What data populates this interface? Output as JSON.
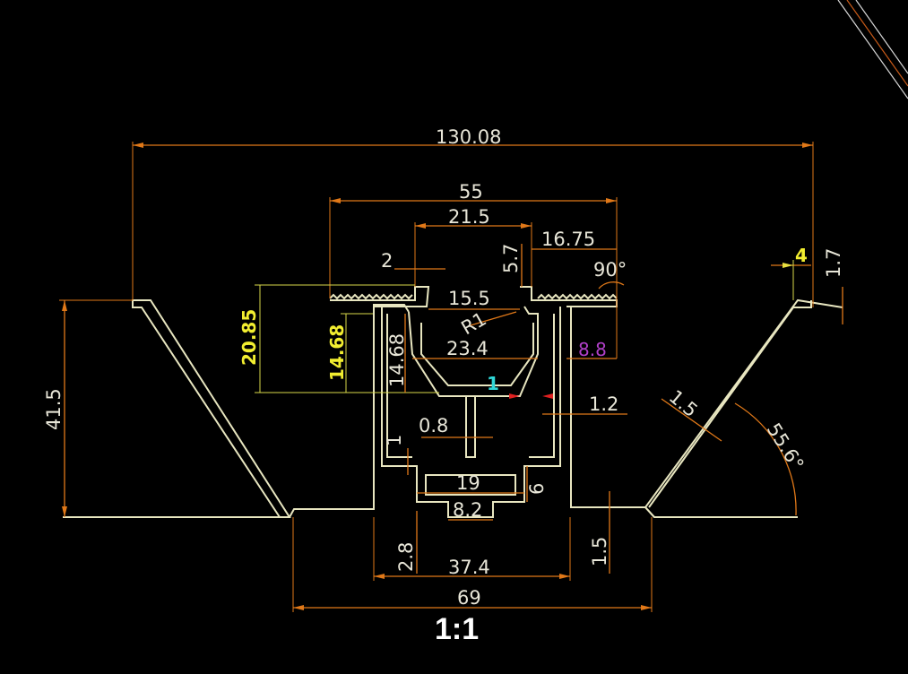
{
  "drawing": {
    "scale": "1:1",
    "dimensions": {
      "overall_width": "130.08",
      "top_width": "55",
      "channel_width": "21.5",
      "right_flange": "16.75",
      "lip": "2",
      "lip_height": "5.7",
      "angle_right": "90°",
      "inner_opening": "15.5",
      "radius": "R1",
      "inner_width": "23.4",
      "height_left": "20.85",
      "height_inner": "14.68",
      "height_inner_2": "14.68",
      "flange_depth": "8.8",
      "marker": "1",
      "rib": "1.2",
      "web": "0.8",
      "slot_height": "1",
      "slot_width": "19",
      "slot_side": "6",
      "foot_gap": "8.2",
      "wall_thickness": "1.5",
      "slope_angle": "55.6°",
      "edge_offset": "4",
      "edge_height": "1.7",
      "total_height": "41.5",
      "left_leg": "2.8",
      "center_span": "37.4",
      "right_leg": "1.5",
      "base_width": "69"
    }
  }
}
